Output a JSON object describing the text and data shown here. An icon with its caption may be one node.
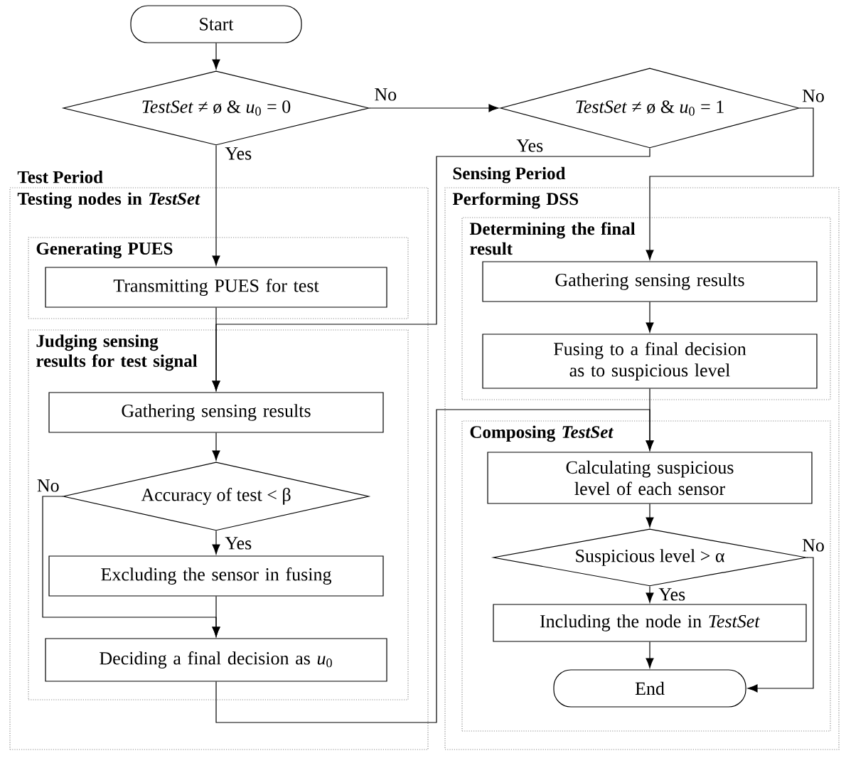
{
  "diagram": {
    "nodes": [
      {
        "text": [
          "Start"
        ]
      },
      {
        "text": [
          "*TestSet* ≠ ø & *u*$_{0}$ = 0"
        ]
      },
      {
        "text": [
          "*TestSet* ≠ ø & *u*$_{0}$ = 1"
        ]
      },
      {
        "text": [
          "Test Period",
          "Testing nodes in *TestSet*"
        ]
      },
      {
        "text": [
          "Generating PUES"
        ],
        "in": 3
      },
      {
        "text": [
          "Transmitting PUES for test"
        ],
        "in": 4
      },
      {
        "text": [
          "Judging sensing results for test signal"
        ],
        "in": 3
      },
      {
        "text": [
          "Gathering sensing results"
        ],
        "in": 6
      },
      {
        "text": [
          "Accuracy of test < β"
        ],
        "in": 6
      },
      {
        "text": [
          "Excluding the sensor in fusing"
        ],
        "in": 6
      },
      {
        "text": [
          "Deciding a final decision as *u*$_{0}$"
        ],
        "in": 6
      },
      {
        "text": [
          "Sensing Period",
          "Performing DSS"
        ]
      },
      {
        "text": [
          "Determining the final result"
        ],
        "in": 11
      },
      {
        "text": [
          "Gathering sensing results"
        ],
        "in": 12
      },
      {
        "text": [
          "Fusing to a final decision as to suspicious level"
        ],
        "in": 12
      },
      {
        "text": [
          "Composing *TestSet*"
        ],
        "in": 11
      },
      {
        "text": [
          "Calculating suspicious level of each sensor"
        ],
        "in": 15
      },
      {
        "text": [
          "Suspicious level > α"
        ],
        "in": 15
      },
      {
        "text": [
          "Including the node in *TestSet*"
        ],
        "in": 15
      },
      {
        "text": [
          "End"
        ],
        "in": 15
      }
    ],
    "edges": [
      {
        "from": 0,
        "to": 1,
        "arrow": "to"
      },
      {
        "from": 1,
        "to": 2,
        "arrow": "to",
        "label": "No"
      },
      {
        "from": 1,
        "to": 5,
        "arrow": "to",
        "label": "Yes"
      },
      {
        "from": 2,
        "to": 7,
        "arrow": "to",
        "label": "Yes"
      },
      {
        "from": 2,
        "to": 13,
        "arrow": "to",
        "label": "No"
      },
      {
        "from": 5,
        "to": 7,
        "arrow": "to"
      },
      {
        "from": 7,
        "to": 8,
        "arrow": "to"
      },
      {
        "from": 8,
        "to": 9,
        "arrow": "to",
        "label": "Yes"
      },
      {
        "from": 8,
        "to": 10,
        "arrow": "to",
        "label": "No"
      },
      {
        "from": 9,
        "to": 10,
        "arrow": "to"
      },
      {
        "from": 10,
        "to": 16,
        "arrow": "to"
      },
      {
        "from": 13,
        "to": 14,
        "arrow": "to"
      },
      {
        "from": 14,
        "to": 16,
        "arrow": "to"
      },
      {
        "from": 16,
        "to": 17,
        "arrow": "to"
      },
      {
        "from": 17,
        "to": 18,
        "arrow": "to",
        "label": "Yes"
      },
      {
        "from": 18,
        "to": 19,
        "arrow": "to"
      },
      {
        "from": 17,
        "to": 19,
        "arrow": "to",
        "label": "No"
      }
    ]
  }
}
